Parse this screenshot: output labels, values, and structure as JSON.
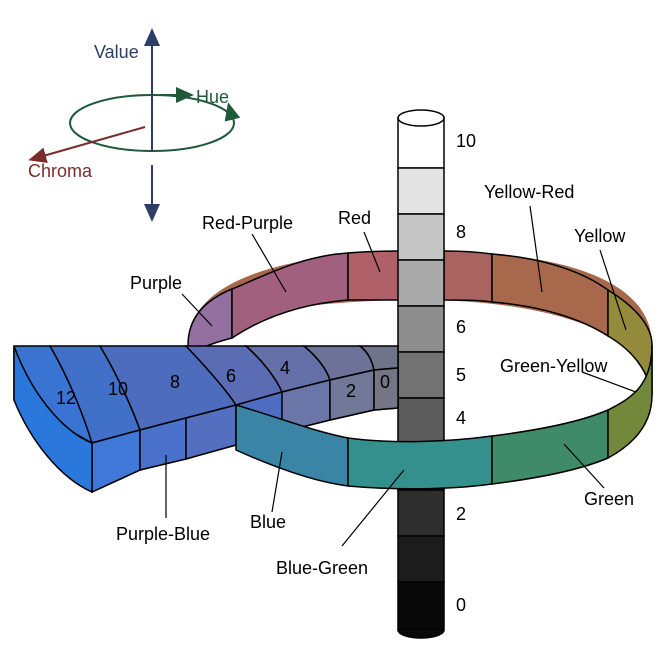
{
  "axes_legend": {
    "value": "Value",
    "hue": "Hue",
    "chroma": "Chroma",
    "colors": {
      "value": "#2c3e66",
      "hue": "#1e5a3a",
      "chroma": "#7a2b2b"
    }
  },
  "hues": {
    "red": "Red",
    "red_purple": "Red-Purple",
    "purple": "Purple",
    "yellow_red": "Yellow-Red",
    "yellow": "Yellow",
    "green_yellow": "Green-Yellow",
    "green": "Green",
    "blue_green": "Blue-Green",
    "blue": "Blue",
    "purple_blue": "Purple-Blue"
  },
  "value_scale": {
    "v10": "10",
    "v8": "8",
    "v6": "6",
    "v5": "5",
    "v4": "4",
    "v2": "2",
    "v0": "0"
  },
  "chroma_scale": {
    "c0": "0",
    "c2": "2",
    "c4": "4",
    "c6": "6",
    "c8": "8",
    "c10": "10",
    "c12": "12"
  },
  "colors": {
    "red": "#b06068",
    "red_purple": "#a2607f",
    "purple": "#9470a0",
    "yellow_red": "#a8684c",
    "yellow": "#948a3c",
    "green_yellow": "#74883c",
    "green": "#3f8a68",
    "blue_green": "#34908c",
    "blue": "#3a84a6",
    "purple_blue": "#4e6cc0"
  }
}
